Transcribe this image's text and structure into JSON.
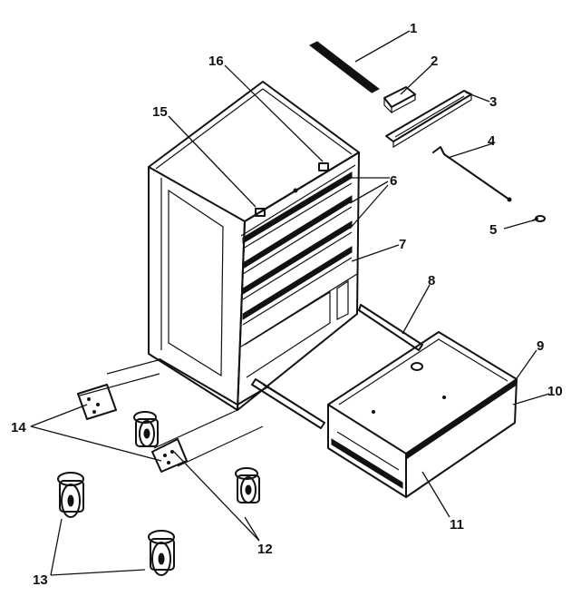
{
  "callouts": [
    {
      "id": "1",
      "label": "1"
    },
    {
      "id": "2",
      "label": "2"
    },
    {
      "id": "3",
      "label": "3"
    },
    {
      "id": "4",
      "label": "4"
    },
    {
      "id": "5",
      "label": "5"
    },
    {
      "id": "6",
      "label": "6"
    },
    {
      "id": "7",
      "label": "7"
    },
    {
      "id": "8",
      "label": "8"
    },
    {
      "id": "9",
      "label": "9"
    },
    {
      "id": "10",
      "label": "10"
    },
    {
      "id": "11",
      "label": "11"
    },
    {
      "id": "12",
      "label": "12"
    },
    {
      "id": "13",
      "label": "13"
    },
    {
      "id": "14",
      "label": "14"
    },
    {
      "id": "15",
      "label": "15"
    },
    {
      "id": "16",
      "label": "16"
    }
  ],
  "colors": {
    "ink": "#111111",
    "paper": "#ffffff"
  }
}
